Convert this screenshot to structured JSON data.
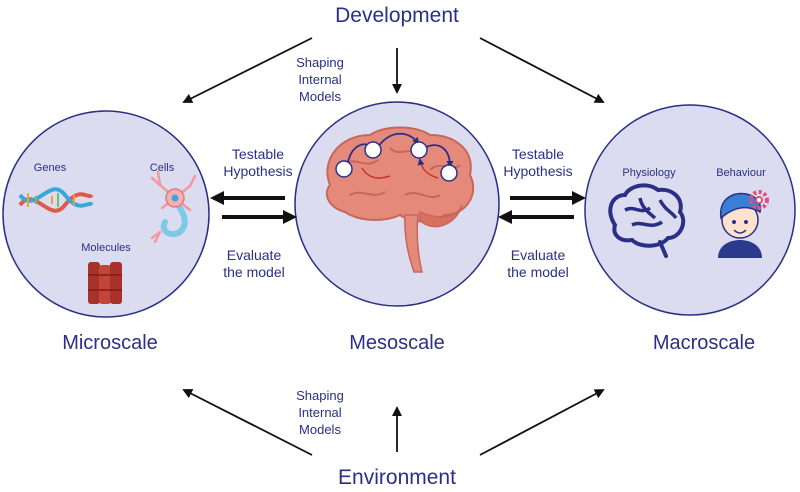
{
  "top_label": "Development",
  "bottom_label": "Environment",
  "shaping_top": [
    "Shaping",
    "Internal",
    "Models"
  ],
  "shaping_bottom": [
    "Shaping",
    "Internal",
    "Models"
  ],
  "left_link": {
    "upper": [
      "Testable",
      "Hypothesis"
    ],
    "lower": [
      "Evaluate",
      "the model"
    ]
  },
  "right_link": {
    "upper": [
      "Testable",
      "Hypothesis"
    ],
    "lower": [
      "Evaluate",
      "the model"
    ]
  },
  "micro": {
    "title": "Microscale",
    "items": {
      "genes": "Genes",
      "cells": "Cells",
      "molecules": "Molecules"
    }
  },
  "meso": {
    "title": "Mesoscale"
  },
  "macro": {
    "title": "Macroscale",
    "items": {
      "physiology": "Physiology",
      "behaviour": "Behaviour"
    }
  },
  "colors": {
    "text": "#2b2f86",
    "circle_fill": "#dcdcf0",
    "circle_stroke": "#2b2f86",
    "brain": "#e58a7a",
    "brain_dark": "#c9665a",
    "arrow": "#111111"
  }
}
